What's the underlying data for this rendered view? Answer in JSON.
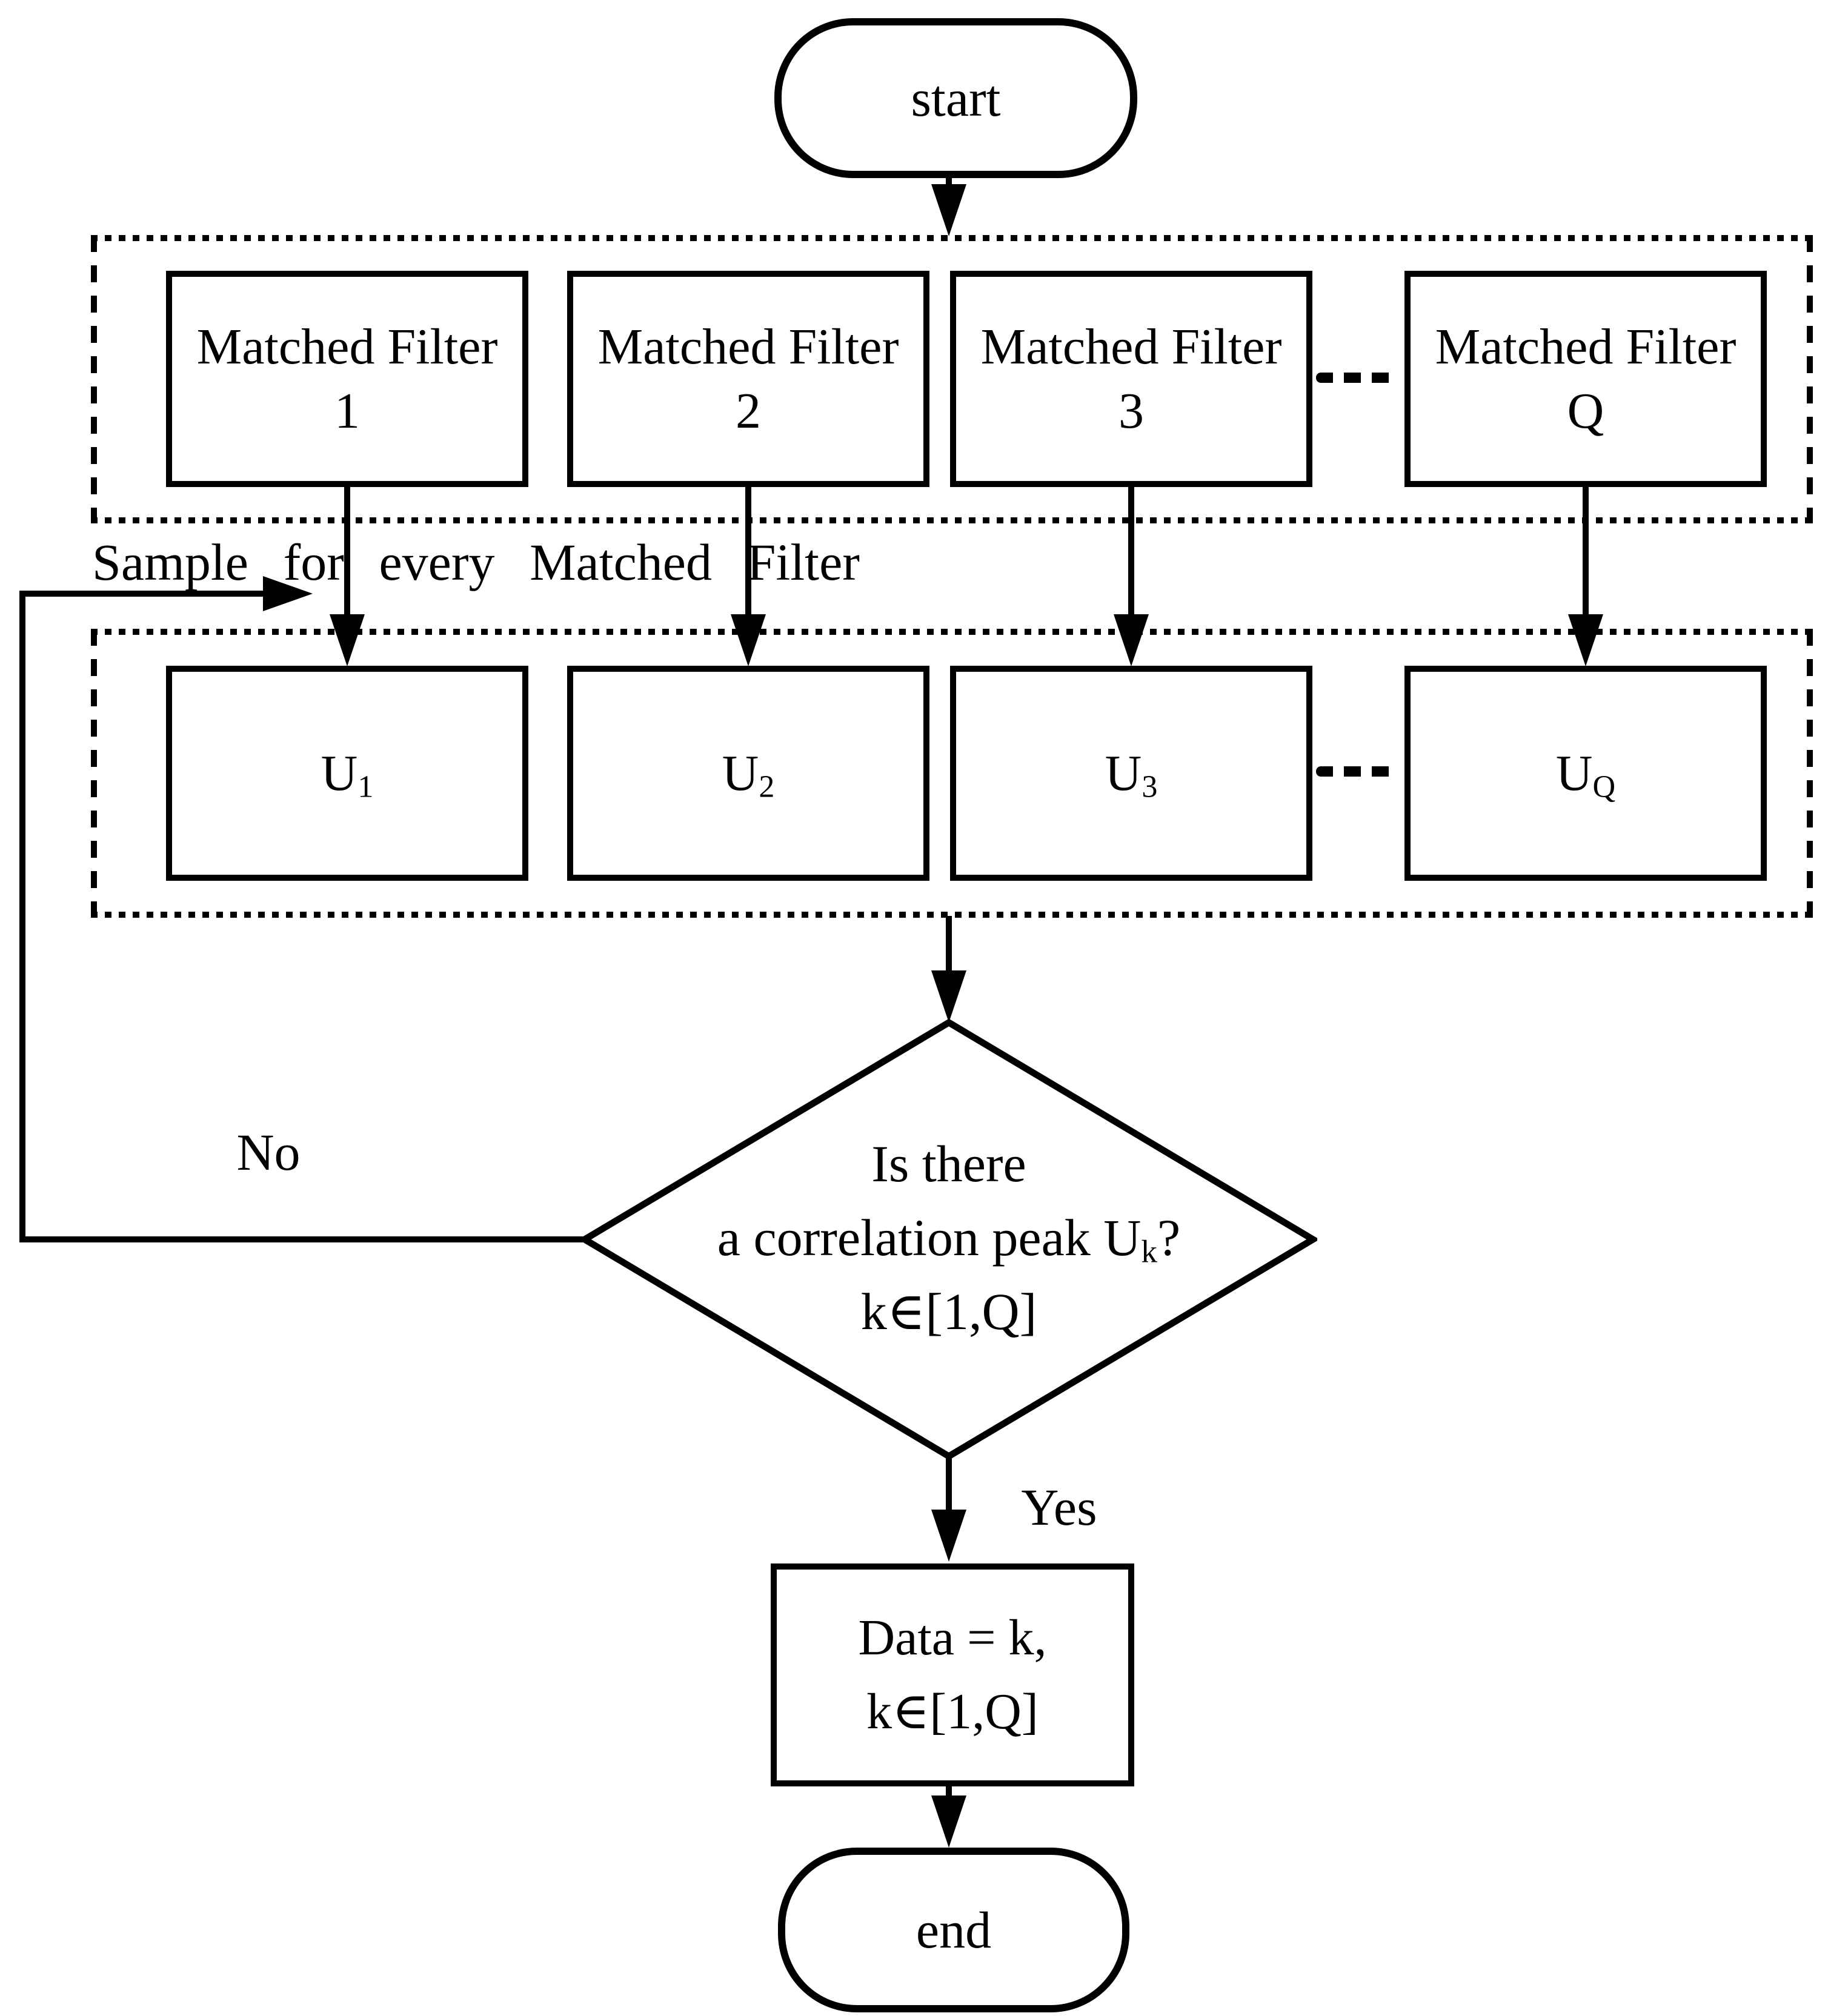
{
  "colors": {
    "ink": "#000000",
    "background": "#ffffff"
  },
  "start": {
    "label": "start"
  },
  "filter_bank": {
    "boxes": [
      {
        "title": "Matched Filter",
        "index": "1"
      },
      {
        "title": "Matched Filter",
        "index": "2"
      },
      {
        "title": "Matched Filter",
        "index": "3"
      },
      {
        "title": "Matched Filter",
        "index": "Q"
      }
    ]
  },
  "sample_label": "Sample for every Matched Filter",
  "output_bank": {
    "boxes": [
      {
        "base": "U",
        "sub": "1"
      },
      {
        "base": "U",
        "sub": "2"
      },
      {
        "base": "U",
        "sub": "3"
      },
      {
        "base": "U",
        "sub": "Q"
      }
    ]
  },
  "decision": {
    "line1": "Is there",
    "line2_pre": "a correlation peak U",
    "line2_sub": "k",
    "line2_post": "?",
    "line3": "k∈[1,Q]"
  },
  "branches": {
    "no": "No",
    "yes": "Yes"
  },
  "assign": {
    "line1": "Data = k,",
    "line2": "k∈[1,Q]"
  },
  "end": {
    "label": "end"
  }
}
